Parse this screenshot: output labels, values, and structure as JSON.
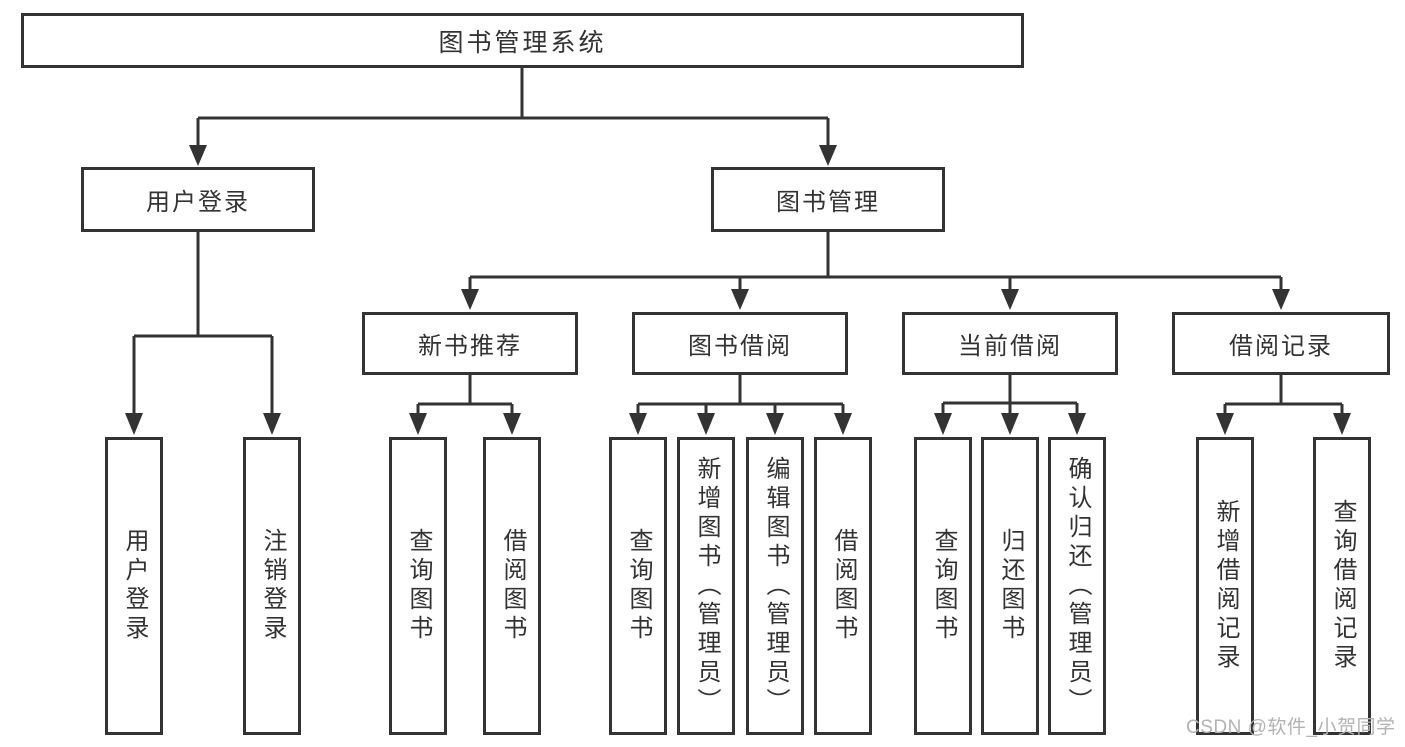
{
  "diagram": {
    "title": "图书管理系统",
    "root": {
      "label": "图书管理系统"
    },
    "level2": [
      {
        "label": "用户登录"
      },
      {
        "label": "图书管理"
      }
    ],
    "level3": [
      {
        "label": "新书推荐"
      },
      {
        "label": "图书借阅"
      },
      {
        "label": "当前借阅"
      },
      {
        "label": "借阅记录"
      }
    ],
    "leaves": [
      {
        "label": "用户登录",
        "parent": "用户登录"
      },
      {
        "label": "注销登录",
        "parent": "用户登录"
      },
      {
        "label": "查询图书",
        "parent": "新书推荐"
      },
      {
        "label": "借阅图书",
        "parent": "新书推荐"
      },
      {
        "label": "查询图书",
        "parent": "图书借阅"
      },
      {
        "label": "新增图书（管理员）",
        "parent": "图书借阅"
      },
      {
        "label": "编辑图书（管理员）",
        "parent": "图书借阅"
      },
      {
        "label": "借阅图书",
        "parent": "图书借阅"
      },
      {
        "label": "查询图书",
        "parent": "当前借阅"
      },
      {
        "label": "归还图书",
        "parent": "当前借阅"
      },
      {
        "label": "确认归还（管理员）",
        "parent": "当前借阅"
      },
      {
        "label": "新增借阅记录",
        "parent": "借阅记录"
      },
      {
        "label": "查询借阅记录",
        "parent": "借阅记录"
      }
    ]
  },
  "watermark": {
    "text": "CSDN @软件_小贺同学"
  },
  "colors": {
    "line": "#333333",
    "box_border": "#333333",
    "box_fill": "#ffffff",
    "text": "#333333",
    "watermark": "#b3b3b5",
    "background": "#ffffff"
  }
}
